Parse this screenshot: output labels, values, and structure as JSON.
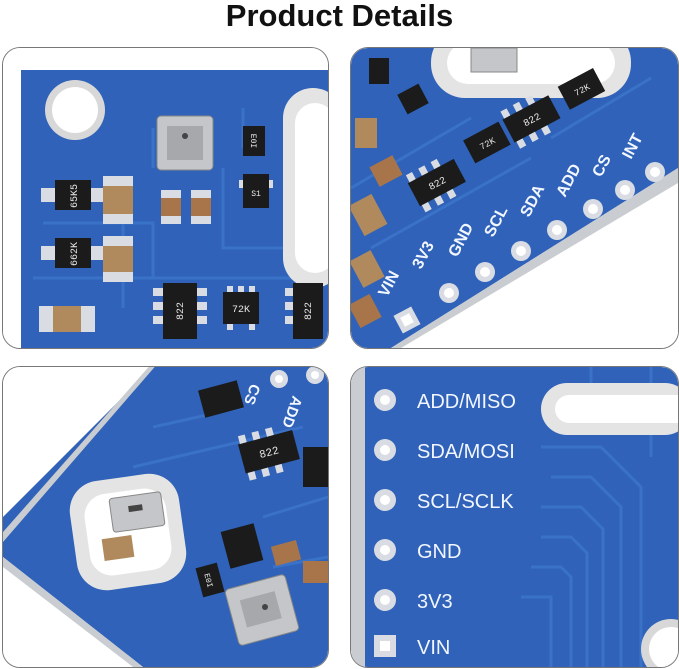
{
  "title": "Product Details",
  "colors": {
    "pcb": "#2f62b8",
    "pcb_dark": "#24509c",
    "trace": "#3a72c8",
    "pad": "#d9dde3",
    "board_edge": "#c9ccd1"
  },
  "tile1": {
    "chips": {
      "r1": "65K5",
      "r2": "662K",
      "reg": "S1",
      "small": "E0I",
      "sot": "72K",
      "array_a": "822",
      "array_b": "822"
    }
  },
  "tile2": {
    "pins": [
      "VIN",
      "3V3",
      "GND",
      "SCL",
      "SDA",
      "ADD",
      "CS",
      "INT"
    ],
    "chips": {
      "a1": "822",
      "a2": "822",
      "sot1": "72K",
      "sot2": "72K"
    }
  },
  "tile3": {
    "pins": [
      "CS",
      "ADD"
    ],
    "chips": {
      "array": "822",
      "small": "E0I"
    }
  },
  "tile4": {
    "pins": [
      "ADD/MISO",
      "SDA/MOSI",
      "SCL/SCLK",
      "GND",
      "3V3",
      "VIN"
    ]
  }
}
